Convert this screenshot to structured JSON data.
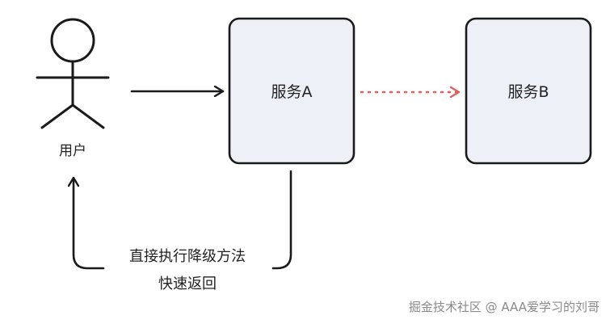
{
  "user": {
    "label": "用户"
  },
  "services": {
    "a": {
      "label": "服务A"
    },
    "b": {
      "label": "服务B"
    }
  },
  "fallback": {
    "line1": "直接执行降级方法",
    "line2": "快速返回"
  },
  "watermark": "掘金技术社区 @ AAA爱学习的刘哥",
  "colors": {
    "box_fill": "#eef0f8",
    "box_stroke": "#1a1a1a",
    "arrow": "#1a1a1a",
    "dotted_arrow": "#e06060",
    "watermark": "#8a8a8a"
  }
}
